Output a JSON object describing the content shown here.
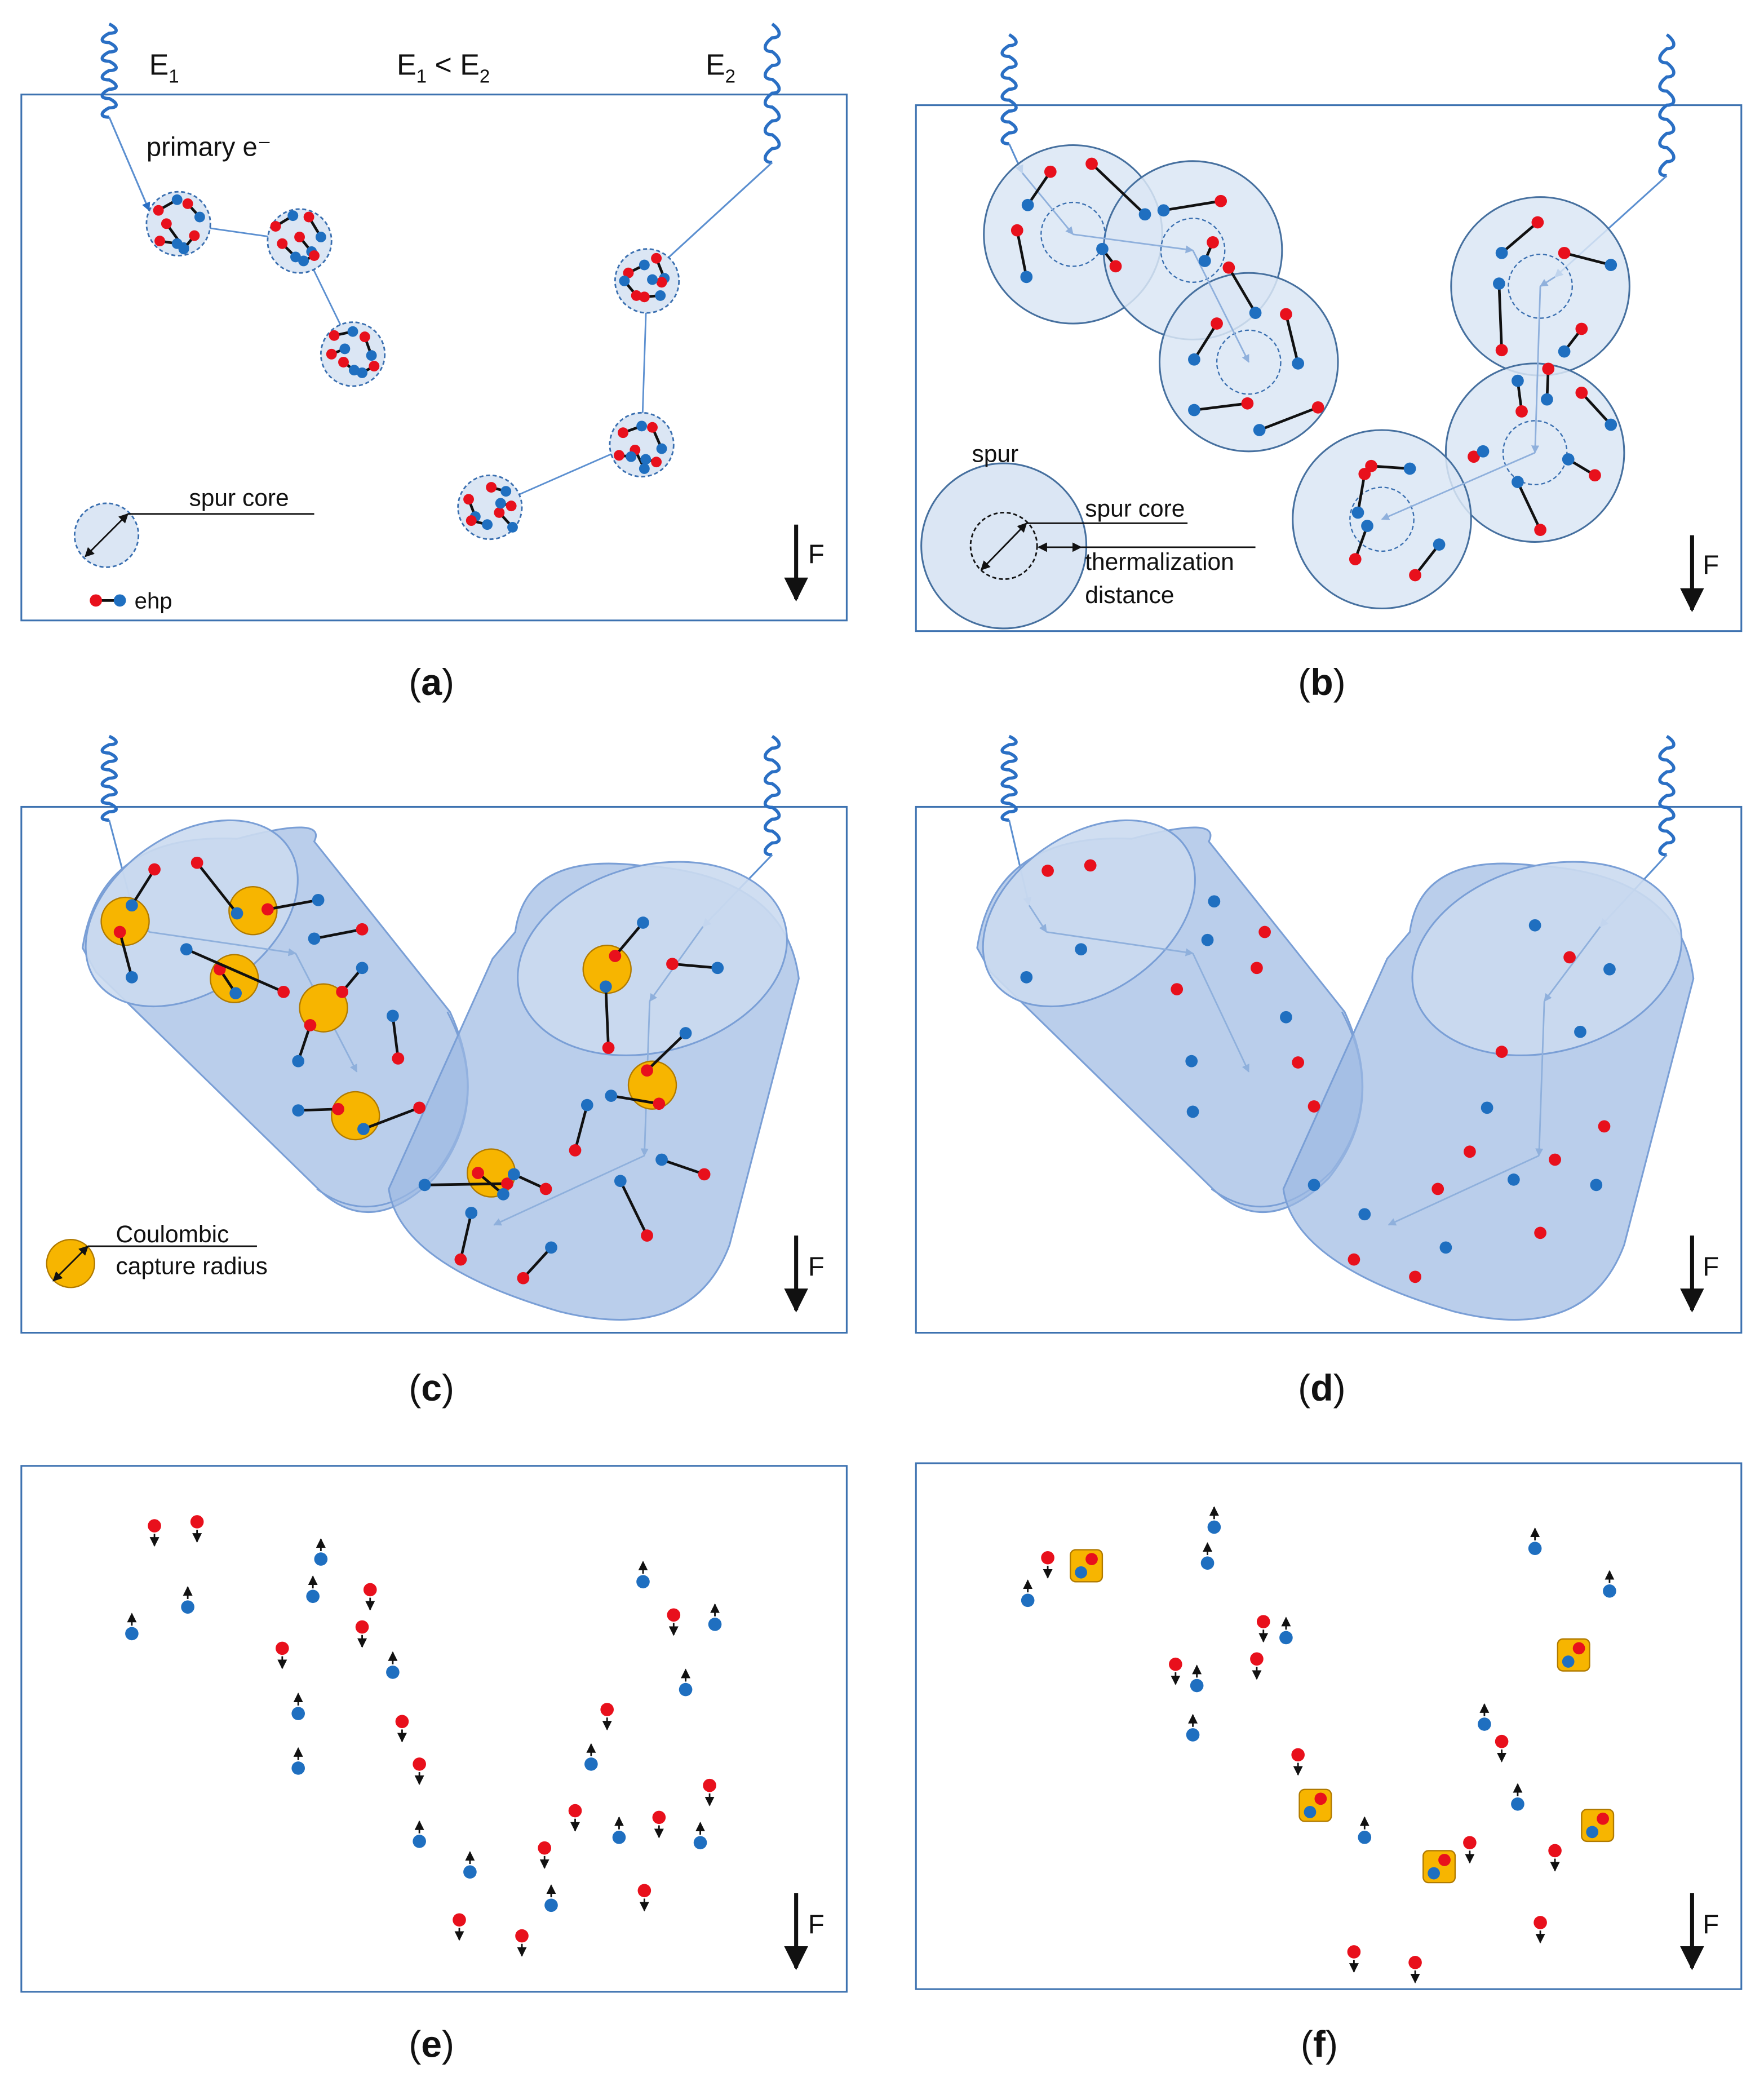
{
  "colors": {
    "frame": "#3d72b0",
    "wave": "#2a6fc4",
    "track": "#5b8fd0",
    "electron": "#e8101c",
    "hole": "#1f6fc0",
    "bond": "#111111",
    "spurFill": "#dbe6f4",
    "spurEdge": "#46709f",
    "coreEdge": "#3a6fb0",
    "cylFill": "#9db9e2",
    "capture": "#f7b500",
    "captureEdge": "#b07a00",
    "text": "#111111"
  },
  "icons": [
    "wave-photon-icon",
    "electron-dot-icon",
    "hole-dot-icon",
    "field-arrow-icon",
    "capture-radius-icon"
  ],
  "panels": {
    "a": {
      "label_open": "(",
      "letter": "a",
      "label_close": ")",
      "e1_base": "E",
      "e1_sub": "1",
      "cmp_e1_base": "E",
      "cmp_e1_sub": "1",
      "cmp_lt": " < ",
      "cmp_e2_base": "E",
      "cmp_e2_sub": "2",
      "e2_base": "E",
      "e2_sub": "2",
      "primary": "primary e⁻",
      "spur_core": "spur core",
      "ehp": "ehp",
      "field": "F"
    },
    "b": {
      "label_open": "(",
      "letter": "b",
      "label_close": ")",
      "spur": "spur",
      "spur_core": "spur core",
      "therm_1": "thermalization",
      "therm_2": "distance",
      "field": "F"
    },
    "c": {
      "label_open": "(",
      "letter": "c",
      "label_close": ")",
      "coulomb_1": "Coulombic",
      "coulomb_2": "capture radius",
      "field": "F"
    },
    "d": {
      "label_open": "(",
      "letter": "d",
      "label_close": ")",
      "field": "F"
    },
    "e": {
      "label_open": "(",
      "letter": "e",
      "label_close": ")",
      "field": "F"
    },
    "f": {
      "label_open": "(",
      "letter": "f",
      "label_close": ")",
      "field": "F"
    }
  }
}
